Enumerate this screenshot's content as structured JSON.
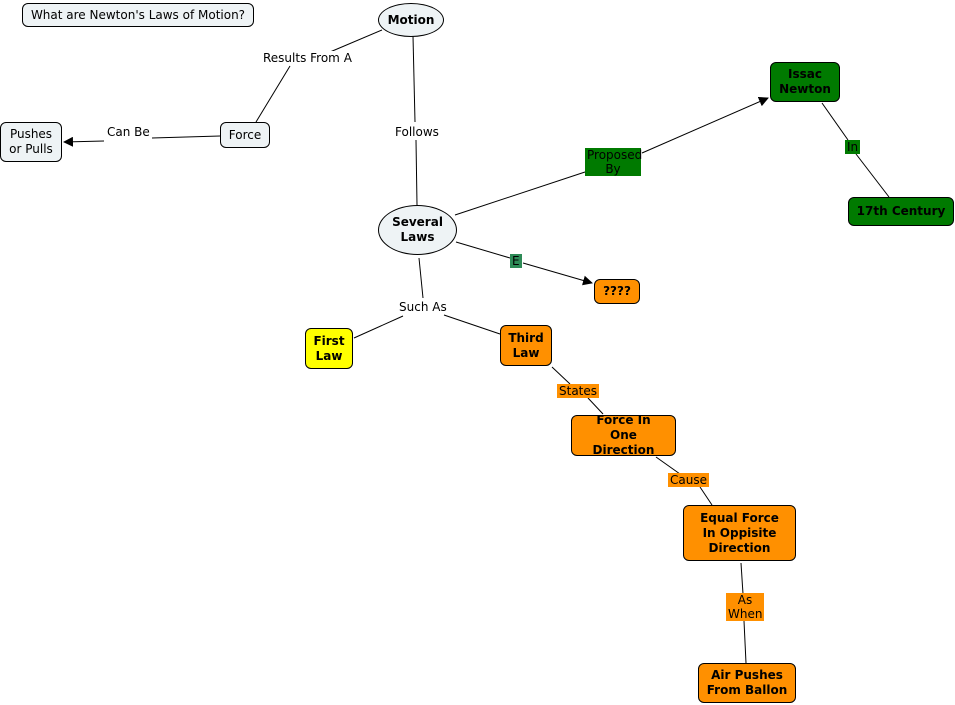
{
  "focus_question": "What are Newton's Laws of Motion?",
  "colors": {
    "plain": "#eef3f5",
    "green": "#007a00",
    "orange": "#ff9000",
    "yellow": "#ffff00",
    "teal": "#2e8b57"
  },
  "concepts": {
    "motion": "Motion",
    "force": "Force",
    "pushes_or_pulls": "Pushes or Pulls",
    "several_laws": "Several Laws",
    "issac_newton": "Issac Newton",
    "century": "17th Century",
    "unknown": "????",
    "first_law": "First Law",
    "third_law": "Third Law",
    "force_one_direction": "Force In One Direction",
    "equal_force": "Equal Force In Oppisite Direction",
    "air_pushes": "Air Pushes From Ballon"
  },
  "link_labels": {
    "results_from_a": "Results From A",
    "can_be": "Can Be",
    "follows": "Follows",
    "proposed_by": "Proposed By",
    "in": "In",
    "e": "E",
    "such_as": "Such As",
    "states": "States",
    "cause": "Cause",
    "as_when": "As When"
  }
}
